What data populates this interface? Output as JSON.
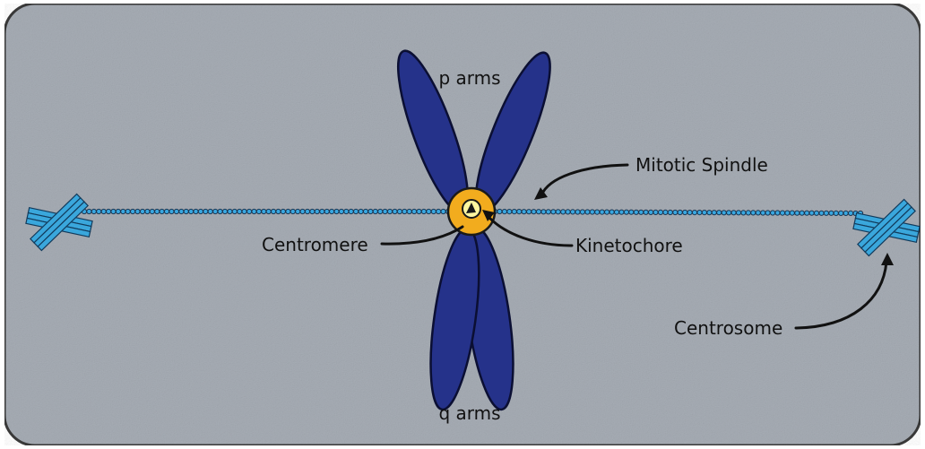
{
  "labels": {
    "p_arms": "p arms",
    "q_arms": "q arms",
    "mitotic_spindle": "Mitotic Spindle",
    "centromere": "Centromere",
    "kinetochore": "Kinetochore",
    "centrosome": "Centrosome"
  },
  "colors": {
    "cell_fill": "#a6acb4",
    "cell_border": "#3a3a3a",
    "chromosome": "#25328a",
    "chromosome_outline": "#0b0f33",
    "spindle": "#39a7e0",
    "centromere": "#f2ac1e",
    "kinetochore": "#fff7a0",
    "text": "#111111"
  },
  "icons": {
    "chromosome": "chromosome-icon",
    "centrosome": "centrosome-icon",
    "spindle": "spindle-icon"
  }
}
